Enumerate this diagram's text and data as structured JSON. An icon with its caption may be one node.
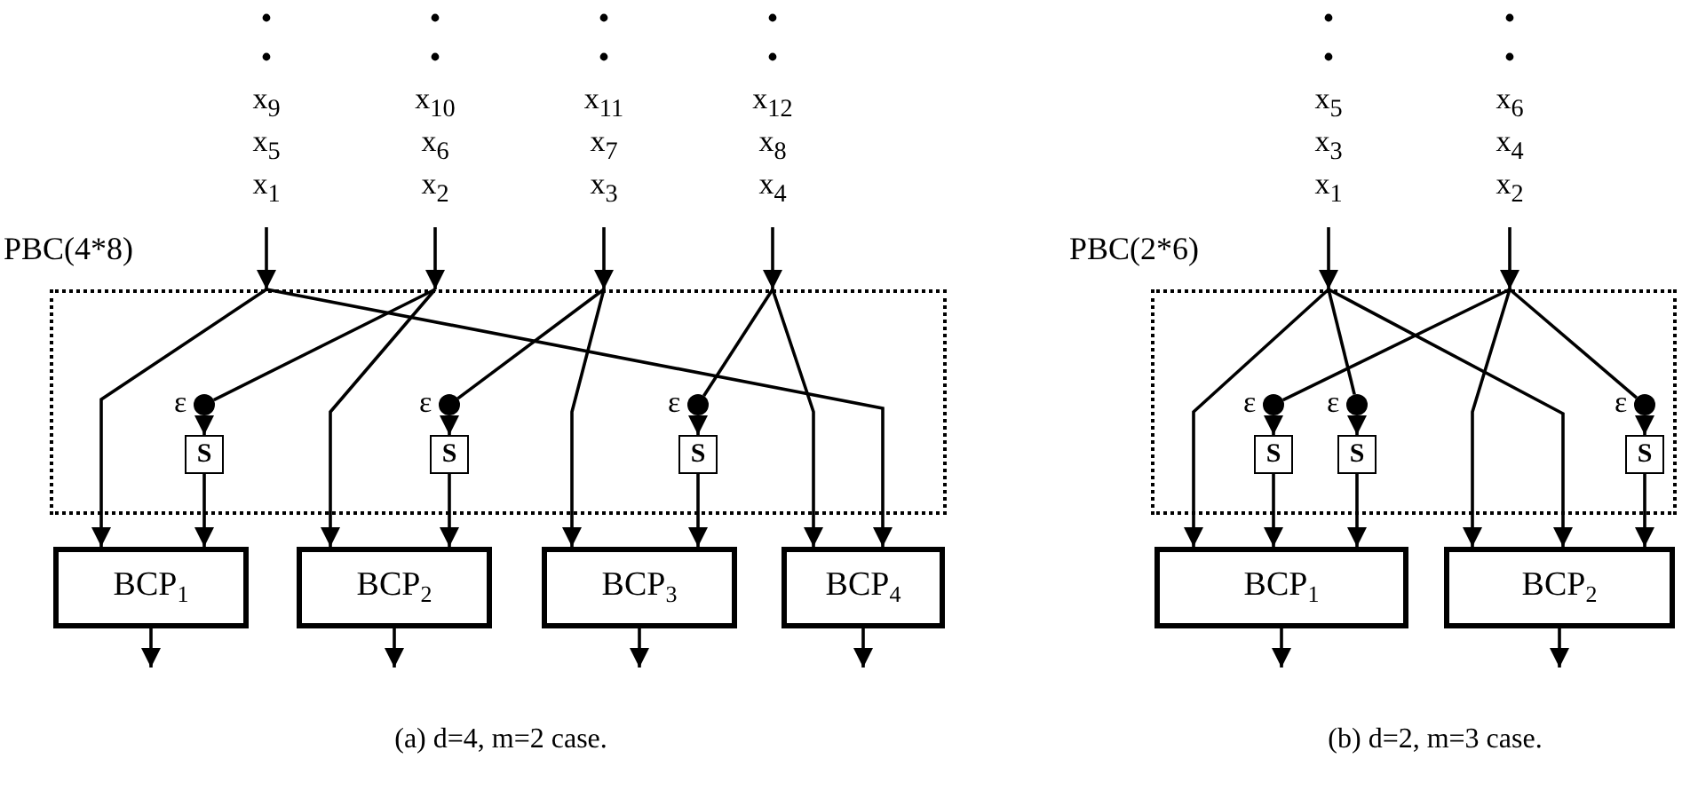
{
  "diagram": {
    "nodes": [
      {
        "text": [
          "x$_{9}$",
          "x$_{5}$",
          "x$_{1}$"
        ]
      },
      {
        "text": [
          "x$_{10}$",
          "x$_{6}$",
          "x$_{2}$"
        ]
      },
      {
        "text": [
          "x$_{11}$",
          "x$_{7}$",
          "x$_{3}$"
        ]
      },
      {
        "text": [
          "x$_{12}$",
          "x$_{8}$",
          "x$_{4}$"
        ]
      },
      {
        "text": [
          "PBC(4*8)"
        ]
      },
      {
        "text": [],
        "shape": "circle",
        "in": 4,
        "beside": [
          "ε"
        ]
      },
      {
        "text": [],
        "shape": "circle",
        "in": 4,
        "beside": [
          "ε"
        ]
      },
      {
        "text": [],
        "shape": "circle",
        "in": 4,
        "beside": [
          "ε"
        ]
      },
      {
        "text": [
          "S"
        ],
        "in": 4
      },
      {
        "text": [
          "S"
        ],
        "in": 4
      },
      {
        "text": [
          "S"
        ],
        "in": 4
      },
      {
        "text": [
          "BCP$_{1}$"
        ]
      },
      {
        "text": [
          "BCP$_{2}$"
        ]
      },
      {
        "text": [
          "BCP$_{3}$"
        ]
      },
      {
        "text": [
          "BCP$_{4}$"
        ]
      },
      {
        "text": [
          "x$_{5}$",
          "x$_{3}$",
          "x$_{1}$"
        ]
      },
      {
        "text": [
          "x$_{6}$",
          "x$_{4}$",
          "x$_{2}$"
        ]
      },
      {
        "text": [
          "PBC(2*6)"
        ]
      },
      {
        "text": [],
        "shape": "circle",
        "in": 17,
        "beside": [
          "ε"
        ]
      },
      {
        "text": [],
        "shape": "circle",
        "in": 17,
        "beside": [
          "ε"
        ]
      },
      {
        "text": [],
        "shape": "circle",
        "in": 17,
        "beside": [
          "ε"
        ]
      },
      {
        "text": [
          "S"
        ],
        "in": 17
      },
      {
        "text": [
          "S"
        ],
        "in": 17
      },
      {
        "text": [
          "S"
        ],
        "in": 17
      },
      {
        "text": [
          "BCP$_{1}$"
        ]
      },
      {
        "text": [
          "BCP$_{2}$"
        ]
      }
    ],
    "edges": [
      {
        "from": 0,
        "to": 4,
        "arrow": "to"
      },
      {
        "from": 1,
        "to": 4,
        "arrow": "to"
      },
      {
        "from": 2,
        "to": 4,
        "arrow": "to"
      },
      {
        "from": 3,
        "to": 4,
        "arrow": "to"
      },
      {
        "from": 4,
        "to": 11,
        "arrow": "to"
      },
      {
        "from": 4,
        "to": 14,
        "arrow": "to"
      },
      {
        "from": 4,
        "to": 5,
        "arrow": "none"
      },
      {
        "from": 4,
        "to": 12,
        "arrow": "to"
      },
      {
        "from": 4,
        "to": 6,
        "arrow": "none"
      },
      {
        "from": 4,
        "to": 13,
        "arrow": "to"
      },
      {
        "from": 4,
        "to": 7,
        "arrow": "none"
      },
      {
        "from": 4,
        "to": 14,
        "arrow": "to"
      },
      {
        "from": 5,
        "to": 8,
        "arrow": "to"
      },
      {
        "from": 6,
        "to": 9,
        "arrow": "to"
      },
      {
        "from": 7,
        "to": 10,
        "arrow": "to"
      },
      {
        "from": 8,
        "to": 11,
        "arrow": "to"
      },
      {
        "from": 9,
        "to": 12,
        "arrow": "to"
      },
      {
        "from": 10,
        "to": 13,
        "arrow": "to"
      },
      {
        "from": 11,
        "to": null,
        "arrow": "to"
      },
      {
        "from": 12,
        "to": null,
        "arrow": "to"
      },
      {
        "from": 13,
        "to": null,
        "arrow": "to"
      },
      {
        "from": 14,
        "to": null,
        "arrow": "to"
      },
      {
        "from": 15,
        "to": 17,
        "arrow": "to"
      },
      {
        "from": 16,
        "to": 17,
        "arrow": "to"
      },
      {
        "from": 17,
        "to": 24,
        "arrow": "to"
      },
      {
        "from": 17,
        "to": 19,
        "arrow": "none"
      },
      {
        "from": 17,
        "to": 25,
        "arrow": "to"
      },
      {
        "from": 17,
        "to": 18,
        "arrow": "none"
      },
      {
        "from": 17,
        "to": 25,
        "arrow": "to"
      },
      {
        "from": 17,
        "to": 20,
        "arrow": "none"
      },
      {
        "from": 18,
        "to": 21,
        "arrow": "to"
      },
      {
        "from": 19,
        "to": 22,
        "arrow": "to"
      },
      {
        "from": 20,
        "to": 23,
        "arrow": "to"
      },
      {
        "from": 21,
        "to": 24,
        "arrow": "to"
      },
      {
        "from": 22,
        "to": 24,
        "arrow": "to"
      },
      {
        "from": 23,
        "to": 25,
        "arrow": "to"
      },
      {
        "from": 24,
        "to": null,
        "arrow": "to"
      },
      {
        "from": 25,
        "to": null,
        "arrow": "to"
      }
    ],
    "labels": [
      "(a) d=4, m=2 case.",
      "(b) d=2, m=3 case."
    ]
  }
}
